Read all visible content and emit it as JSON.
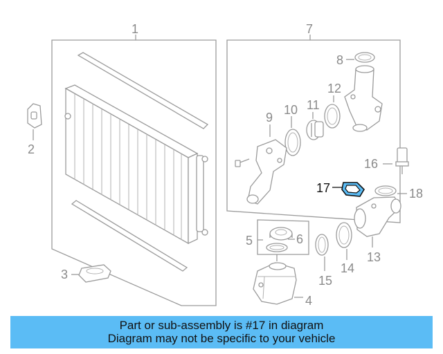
{
  "diagram": {
    "highlighted_part": "17",
    "callouts": {
      "c1": "1",
      "c2": "2",
      "c3": "3",
      "c4": "4",
      "c5": "5",
      "c6": "6",
      "c7": "7",
      "c8": "8",
      "c9": "9",
      "c10": "10",
      "c11": "11",
      "c12": "12",
      "c13": "13",
      "c14": "14",
      "c15": "15",
      "c16": "16",
      "c17": "17",
      "c18": "18"
    },
    "colors": {
      "line": "#9a9a9a",
      "highlight": "#111111",
      "highlight_fill": "#5bbcf5",
      "banner": "#5bbcf5"
    }
  },
  "banner": {
    "line1": "Part or sub-assembly is #17 in diagram",
    "line2": "Diagram may not be specific to your vehicle"
  }
}
